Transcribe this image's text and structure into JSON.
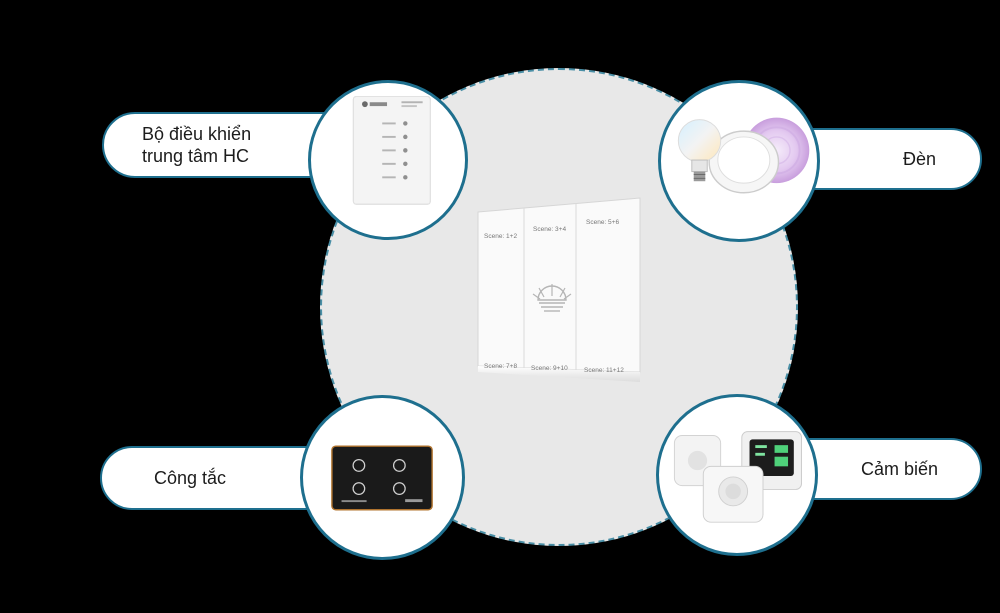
{
  "labels": {
    "controller": "Bộ điều khiển\ntrung tâm HC",
    "controller_line1": "Bộ điều khiển",
    "controller_line2": "trung tâm HC",
    "lights": "Đèn",
    "switch": "Công tắc",
    "sensor": "Cảm biến"
  },
  "panel": {
    "scenes": [
      "Scene: 1+2",
      "Scene: 3+4",
      "Scene: 5+6",
      "Scene: 7+8",
      "Scene: 9+10",
      "Scene: 11+12"
    ]
  },
  "icons": {
    "controller": "smart-controller-icon",
    "lights": "light-bulb-icon",
    "switch": "touch-switch-icon",
    "sensor": "motion-sensor-icon",
    "panel": "scene-switch-panel-icon"
  },
  "colors": {
    "accent": "#1e6f8e",
    "background": "#000000",
    "circle": "#e8e8e8"
  }
}
